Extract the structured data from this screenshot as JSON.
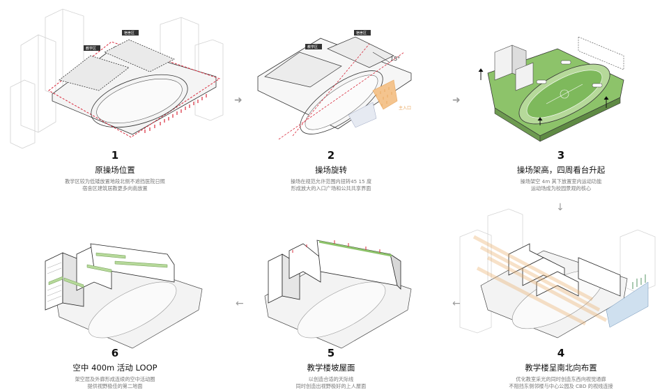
{
  "steps": [
    {
      "num": "1",
      "title": "原操场位置",
      "desc1": "教学区较为低矮放置地段北侧不遮挡医院日照",
      "desc2": "宿舍区建筑居教更多向南放置",
      "labels": {
        "teaching": "教学区",
        "dorm": "宿舍区"
      }
    },
    {
      "num": "2",
      "title": "操场旋转",
      "desc1": "操场在规范允许范围内扭转45 15 度",
      "desc2": "形成放大的入口广场和公共共享界面",
      "labels": {
        "teaching": "教学区",
        "dorm": "宿舍区",
        "angle": "15°",
        "entrance": "主入口"
      }
    },
    {
      "num": "3",
      "title": "操场架高，四周看台升起",
      "desc1": "操场架空 4m 其下放置室内运动功能",
      "desc2": "运动场成为校园景观的核心"
    },
    {
      "num": "4",
      "title": "教学楼呈南北向布置",
      "desc1": "优化教室采光的同时创造东西向视觉通廊",
      "desc2": "不阻挡东侧邻楼与中心公园及 CBD 的视线连接"
    },
    {
      "num": "5",
      "title": "教学楼坡屋面",
      "desc1": "以创造合适的天际线",
      "desc2": "同时创造出视野极好的上人屋面"
    },
    {
      "num": "6",
      "title": "空中 400m 活动 LOOP",
      "desc1": "架空层及外廊形成连续的空中活动圈",
      "desc2": "提供视野极佳的第二地面"
    }
  ],
  "arrows": {
    "right": "➜",
    "down": "↓",
    "left": "←"
  },
  "colors": {
    "field": "#8dc36a",
    "track": "#b6d99a",
    "red": "#d8283a",
    "orange": "#e9a860",
    "line": "#222222"
  }
}
